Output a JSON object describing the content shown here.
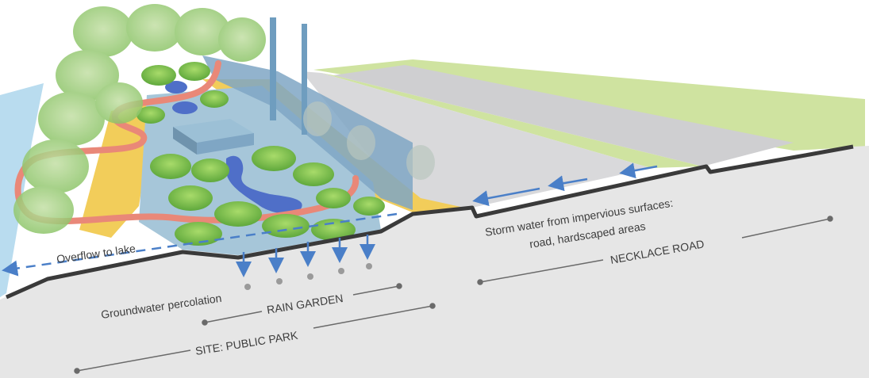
{
  "labels": {
    "overflow": "Overflow to lake",
    "groundwater": "Groundwater percolation",
    "rain_garden": "RAIN GARDEN",
    "site": "SITE: PUBLIC PARK",
    "storm_line1": "Storm water from impervious surfaces:",
    "storm_line2": "road, hardscaped areas",
    "road": "NECKLACE ROAD"
  },
  "colors": {
    "ground": "#e6e6e6",
    "road": "#cfcfd1",
    "grass": "#cfe3a0",
    "path_yellow": "#f2cd5a",
    "water_pond": "#4f6fc8",
    "basin": "#8fb3cf",
    "wall": "#7fa6c4",
    "trail": "#e98878",
    "vegetation": "#8cc45a",
    "tree": "#a9d08a",
    "lake": "#b9dcef",
    "arrow": "#4a7fc8",
    "section_line": "#3a3a3a"
  }
}
